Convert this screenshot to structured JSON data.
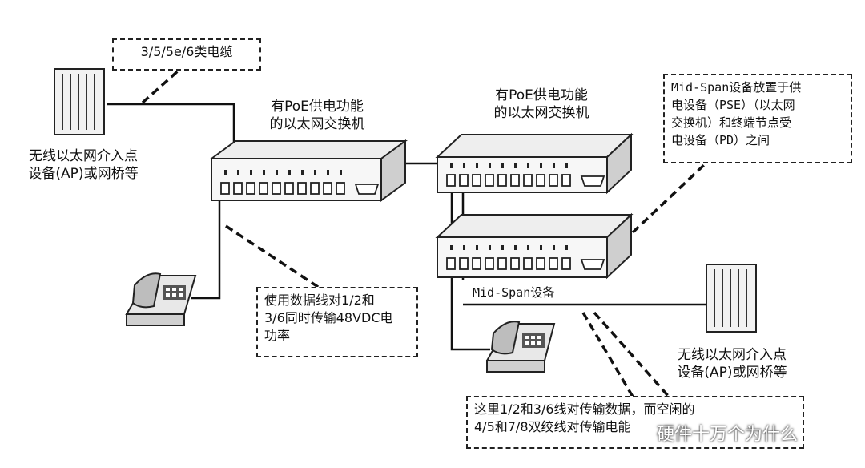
{
  "cable_box": "3/5/5e/6类电缆",
  "switch_label": "有PoE供电功能\n的以太网交换机",
  "switch2_label": "有PoE供电功能\n的以太网交换机",
  "ap_left_label": "无线以太网介入点\n设备(AP)或网桥等",
  "ap_right_label": "无线以太网介入点\n设备(AP)或网桥等",
  "midspan_note": "Mid-Span设备放置于供\n电设备（PSE）（以太网\n交换机）和终端节点受\n电设备（PD）之间",
  "midspan_label": "Mid-Span设备",
  "data_pairs_box": "使用数据线对1/2和\n3/6同时传输48VDC电\n功率",
  "spare_pairs_box": "这里1/2和3/6线对传输数据，而空闲的\n4/5和7/8双绞线对传输电能",
  "watermark": "硬件十万个为什么"
}
